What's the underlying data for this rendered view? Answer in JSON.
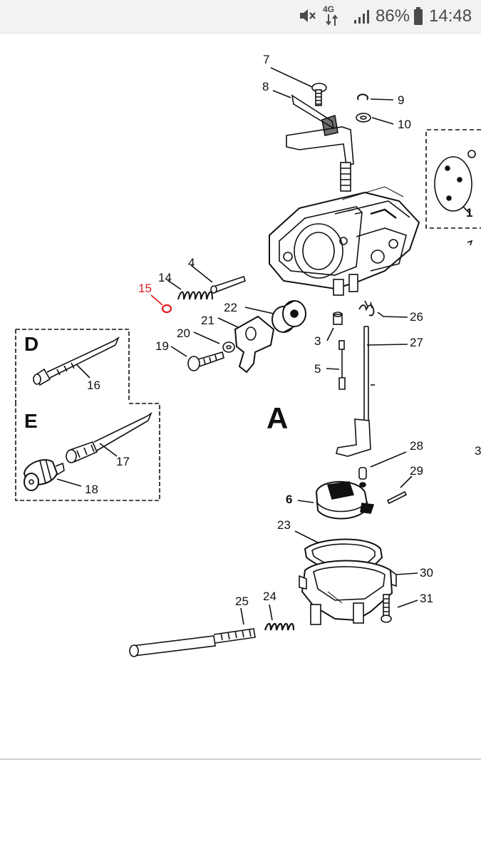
{
  "status_bar": {
    "battery_percent": "86%",
    "time": "14:48",
    "network": "4G",
    "icons": [
      "mute-icon",
      "mobile-data-icon",
      "signal-icon",
      "battery-icon"
    ]
  },
  "diagram": {
    "main_section_label": "A",
    "inset_labels": [
      "D",
      "E"
    ],
    "edge_fragment_labels": [
      "1",
      "3"
    ],
    "highlight_color": "#e3191c",
    "highlighted_callout": "15",
    "callouts": [
      "7",
      "8",
      "9",
      "10",
      "4",
      "14",
      "15",
      "22",
      "21",
      "20",
      "19",
      "26",
      "3",
      "27",
      "5",
      "16",
      "17",
      "18",
      "28",
      "29",
      "6",
      "23",
      "30",
      "24",
      "25",
      "31"
    ]
  }
}
